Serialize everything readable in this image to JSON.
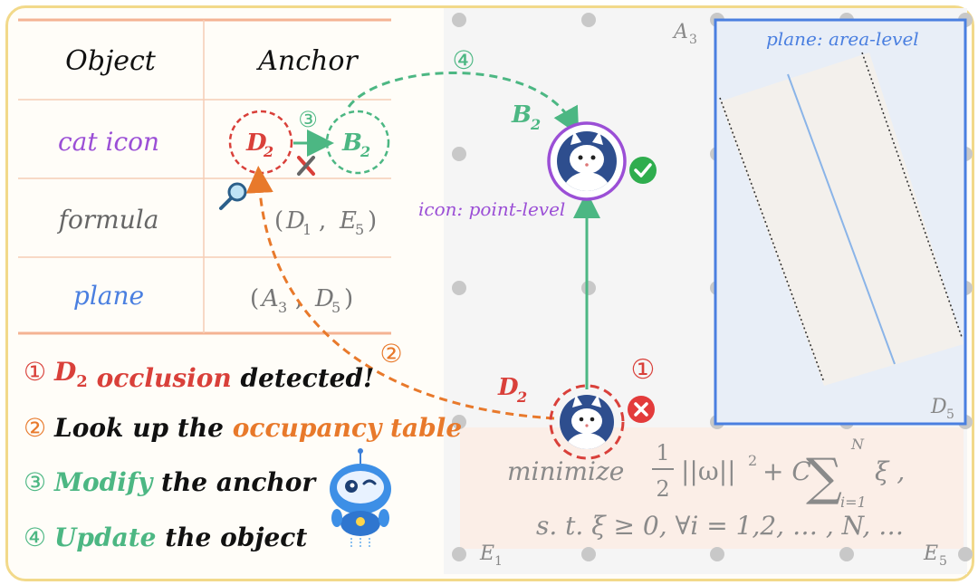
{
  "table": {
    "headers": [
      "Object",
      "Anchor"
    ],
    "rows": [
      {
        "object": "cat icon",
        "anchor_from": "D",
        "anchor_from_sub": "2",
        "step": "③",
        "anchor_to": "B",
        "anchor_to_sub": "2"
      },
      {
        "object": "formula",
        "anchor_a": "D",
        "anchor_a_sub": "1",
        "anchor_b": "E",
        "anchor_b_sub": "5"
      },
      {
        "object": "plane",
        "anchor_a": "A",
        "anchor_a_sub": "3",
        "anchor_b": "D",
        "anchor_b_sub": "5"
      }
    ]
  },
  "steps": [
    {
      "num": "①",
      "parts": [
        {
          "text": "D",
          "sub": "2",
          "style": "red"
        },
        {
          "text": " occlusion",
          "style": "red"
        },
        {
          "text": " detected!",
          "style": "black"
        }
      ]
    },
    {
      "num": "②",
      "parts": [
        {
          "text": "Look up the ",
          "style": "black"
        },
        {
          "text": "occupancy table",
          "style": "orange"
        }
      ]
    },
    {
      "num": "③",
      "parts": [
        {
          "text": "Modify",
          "style": "green"
        },
        {
          "text": " the anchor",
          "style": "black"
        }
      ]
    },
    {
      "num": "④",
      "parts": [
        {
          "text": "Update",
          "style": "green"
        },
        {
          "text": " the object",
          "style": "black"
        }
      ]
    }
  ],
  "grid": {
    "labels": {
      "a3": {
        "letter": "A",
        "sub": "3"
      },
      "d5": {
        "letter": "D",
        "sub": "5"
      },
      "e1": {
        "letter": "E",
        "sub": "1"
      },
      "e5": {
        "letter": "E",
        "sub": "5"
      }
    }
  },
  "icons": {
    "b2_label": {
      "letter": "B",
      "sub": "2"
    },
    "d2_label": {
      "letter": "D",
      "sub": "2"
    },
    "point_level": {
      "prefix": "icon",
      "suffix": ": point-level"
    },
    "area_level": {
      "prefix": "plane",
      "suffix": ": area-level"
    },
    "step1": "①",
    "step2": "②",
    "step4": "④"
  },
  "formula": {
    "line1_prefix": "minimize",
    "frac_num": "1",
    "frac_den": "2",
    "norm": "||ω||",
    "norm_exp": "2",
    "plus_c": "+ C",
    "sum_top": "N",
    "sum_bottom": "i=1",
    "xi": "ξ ,",
    "line2": "s. t. ξ ≥ 0, ∀i = 1,2, … , N, …"
  },
  "colors": {
    "red": "#d9403a",
    "orange": "#e8792b",
    "green": "#4cb783",
    "purple": "#9b4fd6",
    "blue": "#4a7fe0",
    "gray": "#666666"
  }
}
